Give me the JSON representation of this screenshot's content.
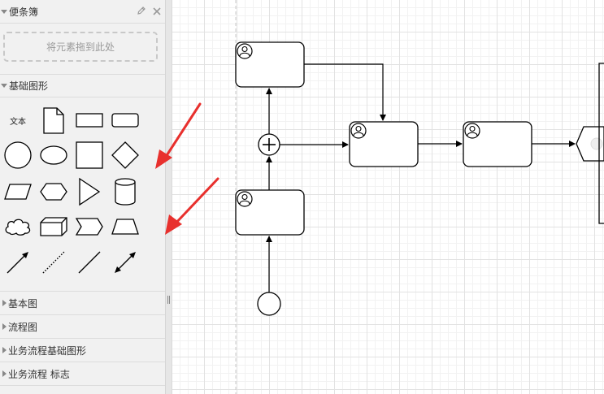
{
  "scratchpad": {
    "title": "便条簿",
    "drop_hint": "将元素拖到此处"
  },
  "basic_shapes": {
    "title": "基础图形",
    "text_shape_label": "文本",
    "shapes": [
      "text",
      "document",
      "rectangle",
      "rounded-rectangle",
      "circle",
      "ellipse",
      "square",
      "diamond",
      "parallelogram",
      "hexagon",
      "triangle",
      "cylinder",
      "cloud",
      "cube",
      "step",
      "trapezoid",
      "arrow",
      "dotted-line",
      "line",
      "bidirectional-arrow"
    ]
  },
  "libraries": [
    {
      "label": "基本图"
    },
    {
      "label": "流程图"
    },
    {
      "label": "业务流程基础图形"
    },
    {
      "label": "业务流程 标志"
    }
  ],
  "colors": {
    "sidebar_bg": "#f1f1f1",
    "annotation_red": "#e8302d",
    "stroke": "#000000"
  },
  "icons": {
    "edit": "pencil-icon",
    "close": "close-icon",
    "task_marker": "user-icon"
  }
}
